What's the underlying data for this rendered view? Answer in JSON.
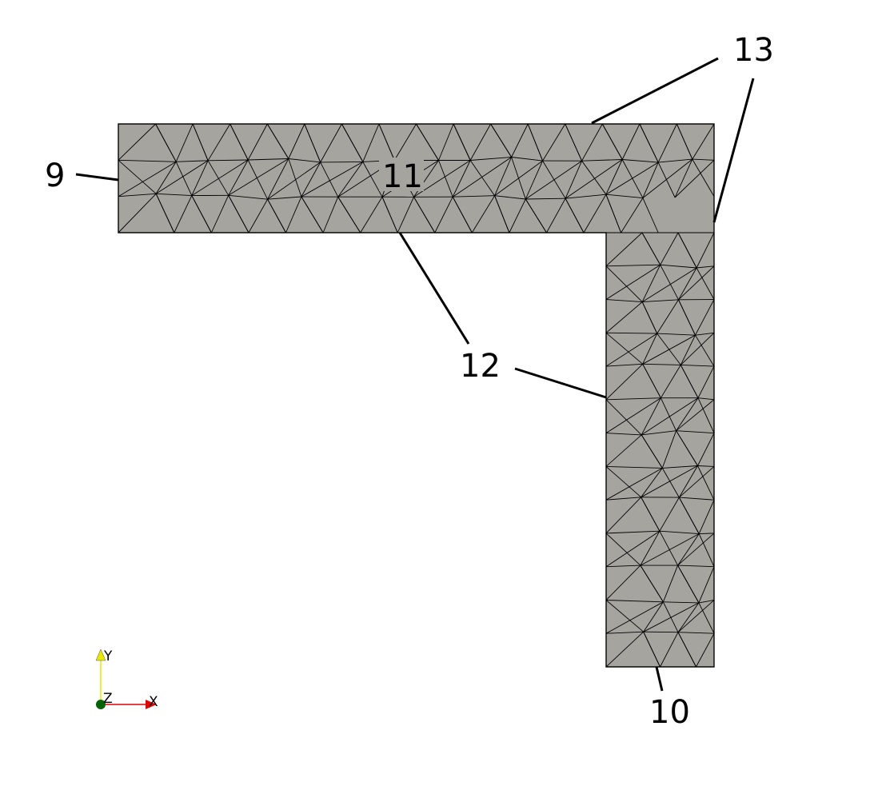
{
  "colors": {
    "mesh_fill": "#a6a49f",
    "mesh_edge": "#000000",
    "background": "#ffffff",
    "axis_y": "#e8e800",
    "axis_x": "#e00000",
    "axis_z": "#006400"
  },
  "labels": {
    "left_end": "9",
    "bottom_end": "10",
    "interior": "11",
    "inner_walls": "12",
    "outer_walls": "13"
  },
  "axes": {
    "x": "X",
    "y": "Y",
    "z": "Z"
  }
}
